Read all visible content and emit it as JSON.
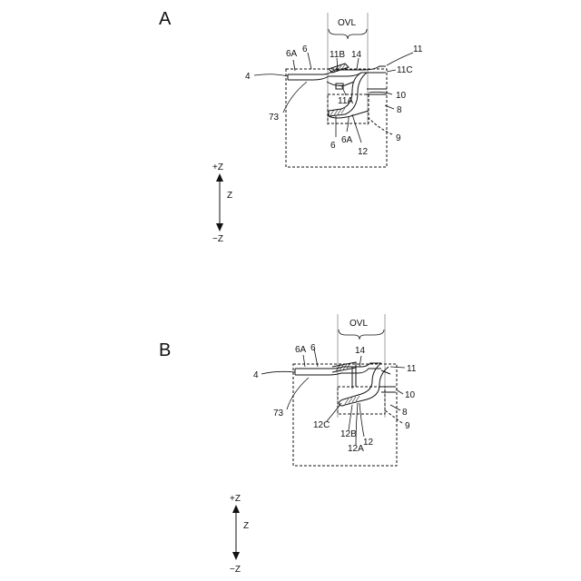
{
  "panels": [
    {
      "id": "A",
      "label": "A",
      "overlap_label": "OVL",
      "callouts": [
        "4",
        "6A",
        "6",
        "11B",
        "14",
        "11",
        "11C",
        "10",
        "8",
        "11A",
        "73",
        "9",
        "6",
        "6A",
        "12"
      ],
      "axis": {
        "plus": "+Z",
        "name": "Z",
        "minus": "−Z"
      }
    },
    {
      "id": "B",
      "label": "B",
      "overlap_label": "OVL",
      "callouts": [
        "4",
        "6A",
        "6",
        "14",
        "11",
        "10",
        "73",
        "8",
        "12C",
        "9",
        "12B",
        "12",
        "12A"
      ],
      "axis": {
        "plus": "+Z",
        "name": "Z",
        "minus": "−Z"
      }
    }
  ]
}
